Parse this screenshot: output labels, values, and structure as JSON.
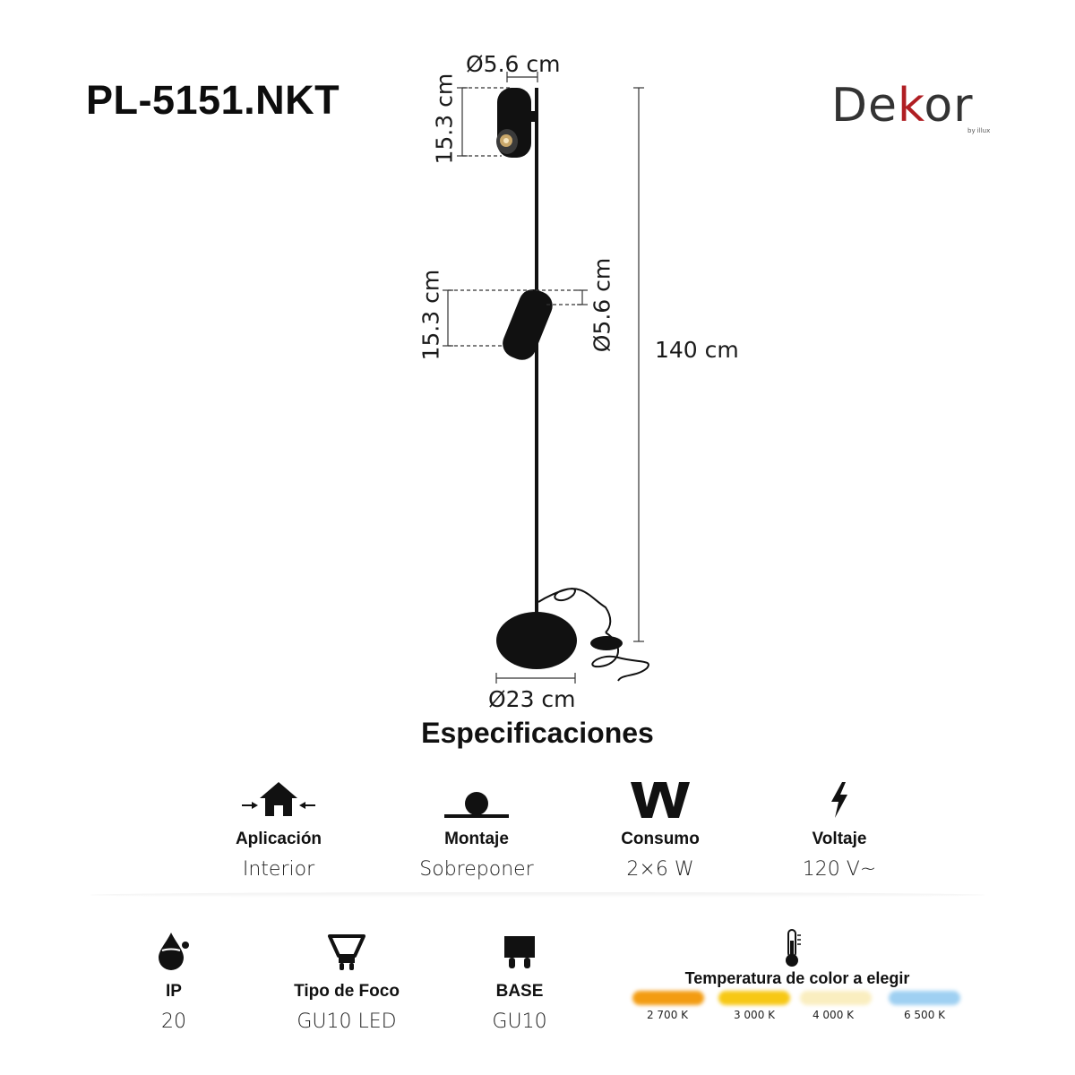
{
  "header": {
    "model": "PL-5151.NKT"
  },
  "brand": {
    "logo_text_pre": "De",
    "logo_text_accent": "k",
    "logo_text_post": "or",
    "logo_sub": "by illux",
    "accent_color": "#b01e23"
  },
  "dimensions": {
    "top_head_diameter": "Ø5.6 cm",
    "top_head_length": "15.3 cm",
    "mid_head_length": "15.3 cm",
    "mid_head_diameter": "Ø5.6 cm",
    "total_height": "140 cm",
    "base_diameter": "Ø23 cm"
  },
  "specs": {
    "title": "Especificaciones",
    "row1": [
      {
        "icon": "house-icon",
        "label": "Aplicación",
        "value": "Interior"
      },
      {
        "icon": "surface-mount-icon",
        "label": "Montaje",
        "value": "Sobreponer"
      },
      {
        "icon": "watt-icon",
        "label": "Consumo",
        "value": "2×6 W"
      },
      {
        "icon": "lightning-icon",
        "label": "Voltaje",
        "value": "120 V~"
      }
    ],
    "row2": [
      {
        "icon": "water-drop-icon",
        "label": "IP",
        "value": "20"
      },
      {
        "icon": "bulb-icon",
        "label": "Tipo de Foco",
        "value": "GU10 LED"
      },
      {
        "icon": "socket-base-icon",
        "label": "BASE",
        "value": "GU10"
      }
    ]
  },
  "color_temperature": {
    "icon": "thermometer-icon",
    "title": "Temperatura de color a elegir",
    "options": [
      {
        "label": "2 700 K",
        "color": "#f39c12"
      },
      {
        "label": "3 000 K",
        "color": "#f7c815"
      },
      {
        "label": "4 000 K",
        "color": "#faeec0"
      },
      {
        "label": "6 500 K",
        "color": "#9fd0f2"
      }
    ]
  }
}
